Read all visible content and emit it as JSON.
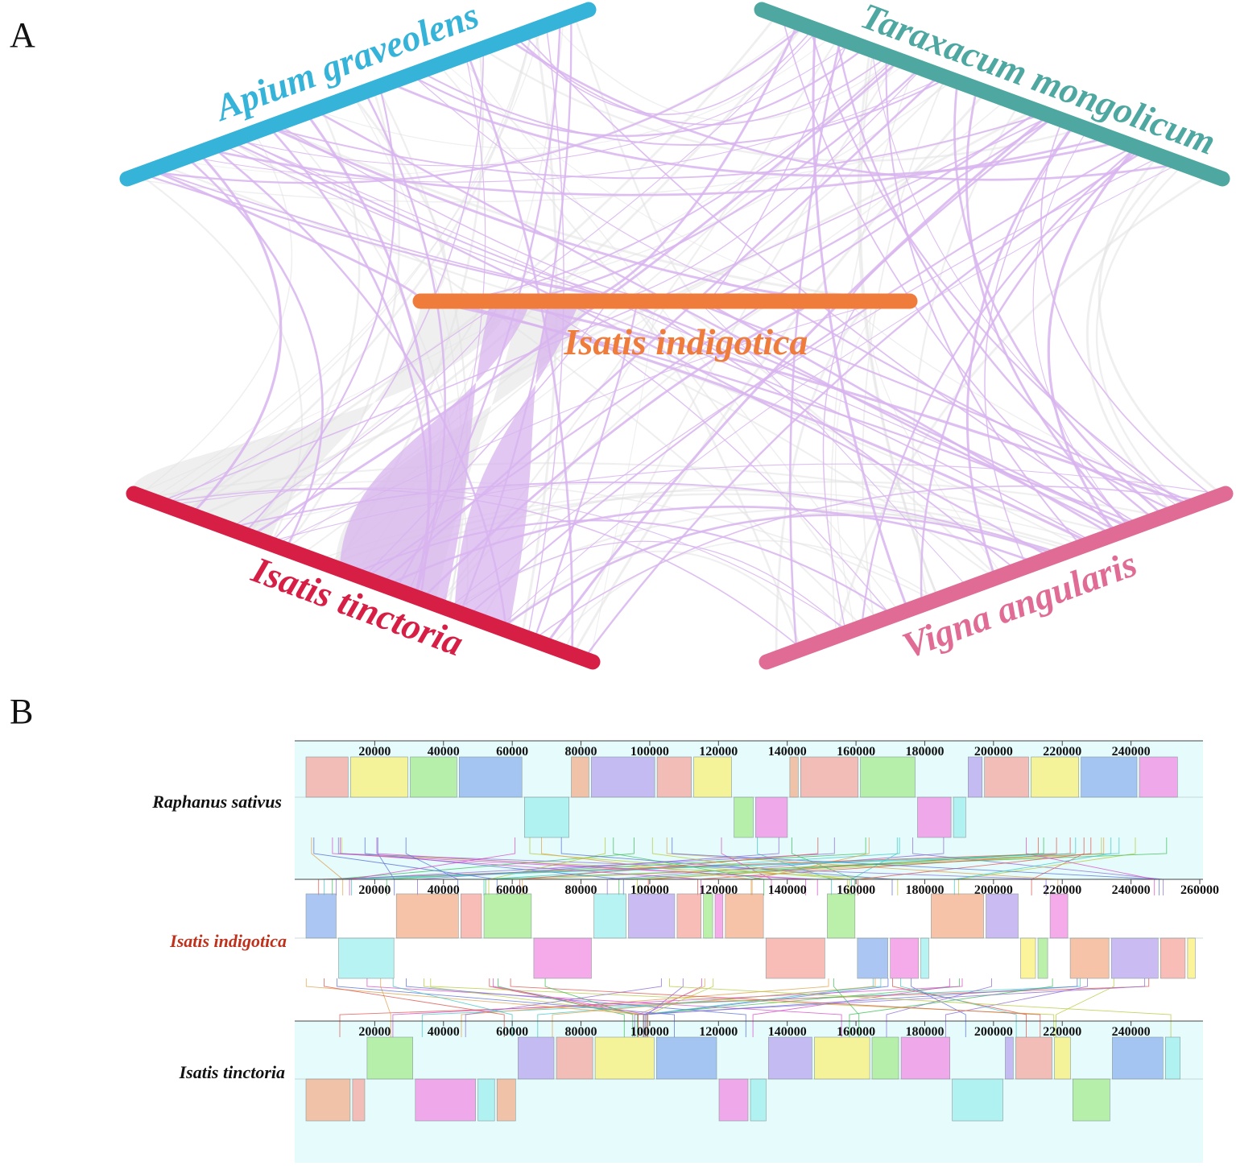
{
  "panel_a": {
    "letter": "A",
    "species": {
      "apium": {
        "label": "Apium graveolens",
        "color": "#36b3d8"
      },
      "taraxacum": {
        "label": "Taraxacum mongolicum",
        "color": "#4ea8a1"
      },
      "isatis_indigotica": {
        "label": "Isatis indigotica",
        "color": "#ef7c3b"
      },
      "isatis_tinctoria": {
        "label": "Isatis tinctoria",
        "color": "#d71f46"
      },
      "vigna": {
        "label": "Vigna angularis",
        "color": "#e06c96"
      }
    },
    "link_colors": {
      "highlight": "#d8b4ef",
      "background": "#e2e2e2"
    }
  },
  "panel_b": {
    "letter": "B",
    "tracks": [
      {
        "name": "Raphanus sativus",
        "name_color": "#111111",
        "ticks": [
          "20000",
          "40000",
          "60000",
          "80000",
          "100000",
          "120000",
          "140000",
          "160000",
          "180000",
          "200000",
          "220000",
          "240000"
        ]
      },
      {
        "name": "Isatis indigotica",
        "name_color": "#c0301a",
        "ticks": [
          "20000",
          "40000",
          "60000",
          "80000",
          "100000",
          "120000",
          "140000",
          "160000",
          "180000",
          "200000",
          "220000",
          "240000",
          "260000"
        ]
      },
      {
        "name": "Isatis tinctoria",
        "name_color": "#111111",
        "ticks": [
          "20000",
          "40000",
          "60000",
          "80000",
          "100000",
          "120000",
          "140000",
          "160000",
          "180000",
          "200000",
          "220000",
          "240000"
        ]
      }
    ],
    "block_colors": [
      "#f7a7a0",
      "#fbf17a",
      "#a5ec8e",
      "#8fb3ef",
      "#f28ee4",
      "#9ff0ee",
      "#f4b08c",
      "#b9a6ef"
    ]
  }
}
